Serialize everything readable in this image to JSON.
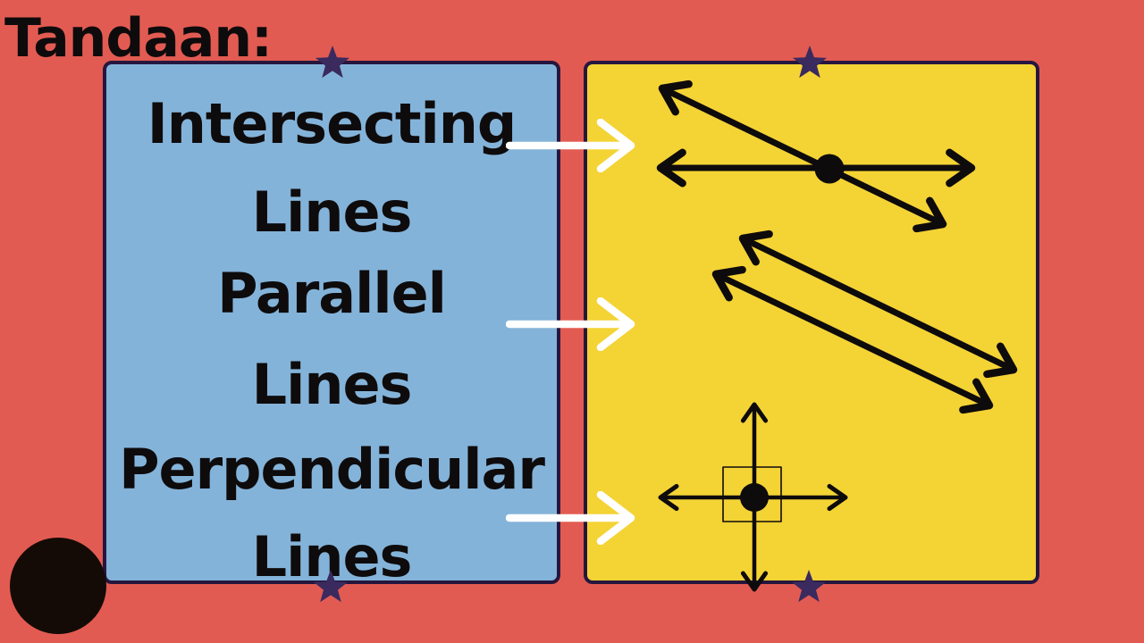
{
  "title": "Tandaan:",
  "colors": {
    "background_red": "#e25b52",
    "panel_blue": "#84b3d9",
    "panel_yellow": "#f4d335",
    "border_purple": "#26163e",
    "star_purple": "#3a2a5e",
    "text_black": "#0e0b0c",
    "diagram_black": "#0e0b0c",
    "arrow_white": "#ffffff",
    "circle_black": "#140b06"
  },
  "left_panel": {
    "items": [
      {
        "line1": "Intersecting",
        "line2": "Lines"
      },
      {
        "line1": "Parallel",
        "line2": "Lines"
      },
      {
        "line1": "Perpendicular",
        "line2": "Lines"
      }
    ]
  },
  "right_panel": {
    "diagrams": [
      {
        "name": "intersecting-lines-diagram",
        "depicts": "two lines crossing at a point marked with a dot"
      },
      {
        "name": "parallel-lines-diagram",
        "depicts": "two slanted lines that never meet"
      },
      {
        "name": "perpendicular-lines-diagram",
        "depicts": "horizontal and vertical lines crossing at a right angle marked with a square and a dot"
      }
    ]
  },
  "decorations": {
    "star_count": 4,
    "white_arrow_count": 3
  }
}
